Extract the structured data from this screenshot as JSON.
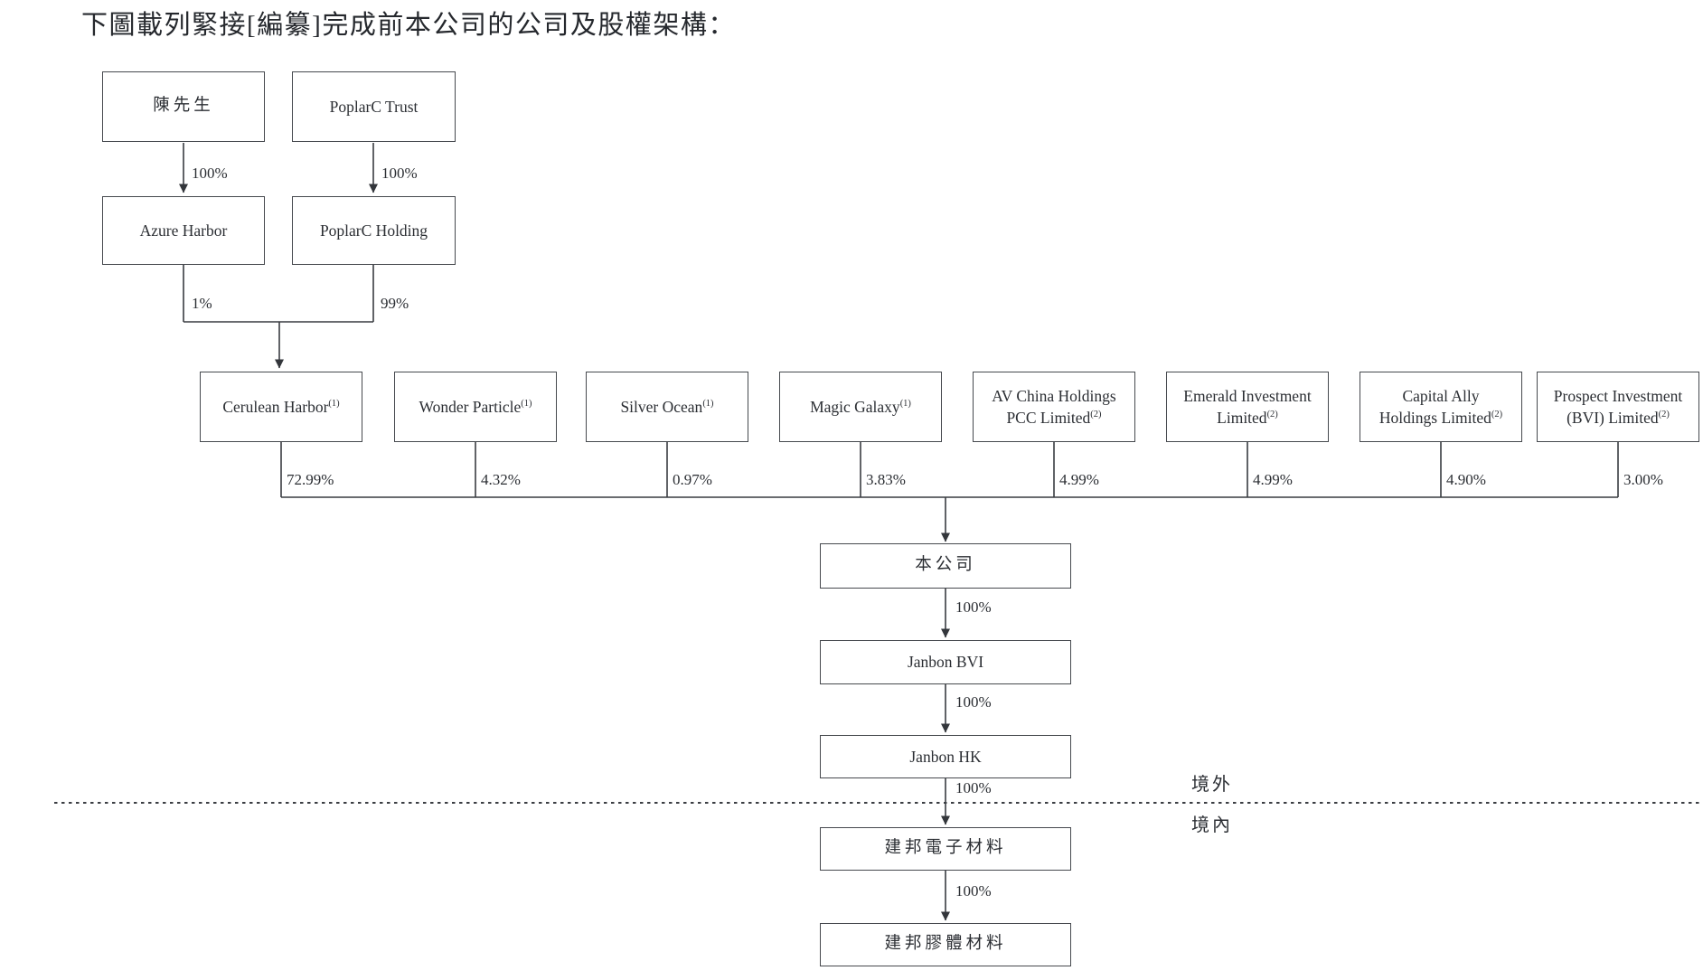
{
  "title": "下圖載列緊接[編纂]完成前本公司的公司及股權架構：",
  "colors": {
    "ink": "#2b2e33",
    "line": "#393c41"
  },
  "top_row": [
    {
      "name": "陳先生",
      "pct": "100%"
    },
    {
      "name": "PoplarC Trust",
      "pct": "100%"
    }
  ],
  "second_row": [
    {
      "name": "Azure Harbor",
      "pct": "1%"
    },
    {
      "name": "PoplarC Holding",
      "pct": "99%"
    }
  ],
  "shareholders": [
    {
      "line1": "Cerulean Harbor",
      "line2": "",
      "sup": "(1)",
      "pct": "72.99%"
    },
    {
      "line1": "Wonder Particle",
      "line2": "",
      "sup": "(1)",
      "pct": "4.32%"
    },
    {
      "line1": "Silver Ocean",
      "line2": "",
      "sup": "(1)",
      "pct": "0.97%"
    },
    {
      "line1": "Magic Galaxy",
      "line2": "",
      "sup": "(1)",
      "pct": "3.83%"
    },
    {
      "line1": "AV China Holdings",
      "line2": "PCC Limited",
      "sup": "(2)",
      "pct": "4.99%"
    },
    {
      "line1": "Emerald Investment",
      "line2": "Limited",
      "sup": "(2)",
      "pct": "4.99%"
    },
    {
      "line1": "Capital Ally",
      "line2": "Holdings Limited",
      "sup": "(2)",
      "pct": "4.90%"
    },
    {
      "line1": "Prospect Investment",
      "line2": "(BVI) Limited",
      "sup": "(2)",
      "pct": "3.00%"
    }
  ],
  "chain": [
    {
      "name": "本公司"
    },
    {
      "name": "Janbon BVI",
      "pct_above": "100%"
    },
    {
      "name": "Janbon HK",
      "pct_above": "100%"
    },
    {
      "name": "建邦電子材料",
      "pct_above": "100%"
    },
    {
      "name": "建邦膠體材料",
      "pct_above": "100%"
    }
  ],
  "region": {
    "offshore": "境外",
    "onshore": "境內"
  }
}
